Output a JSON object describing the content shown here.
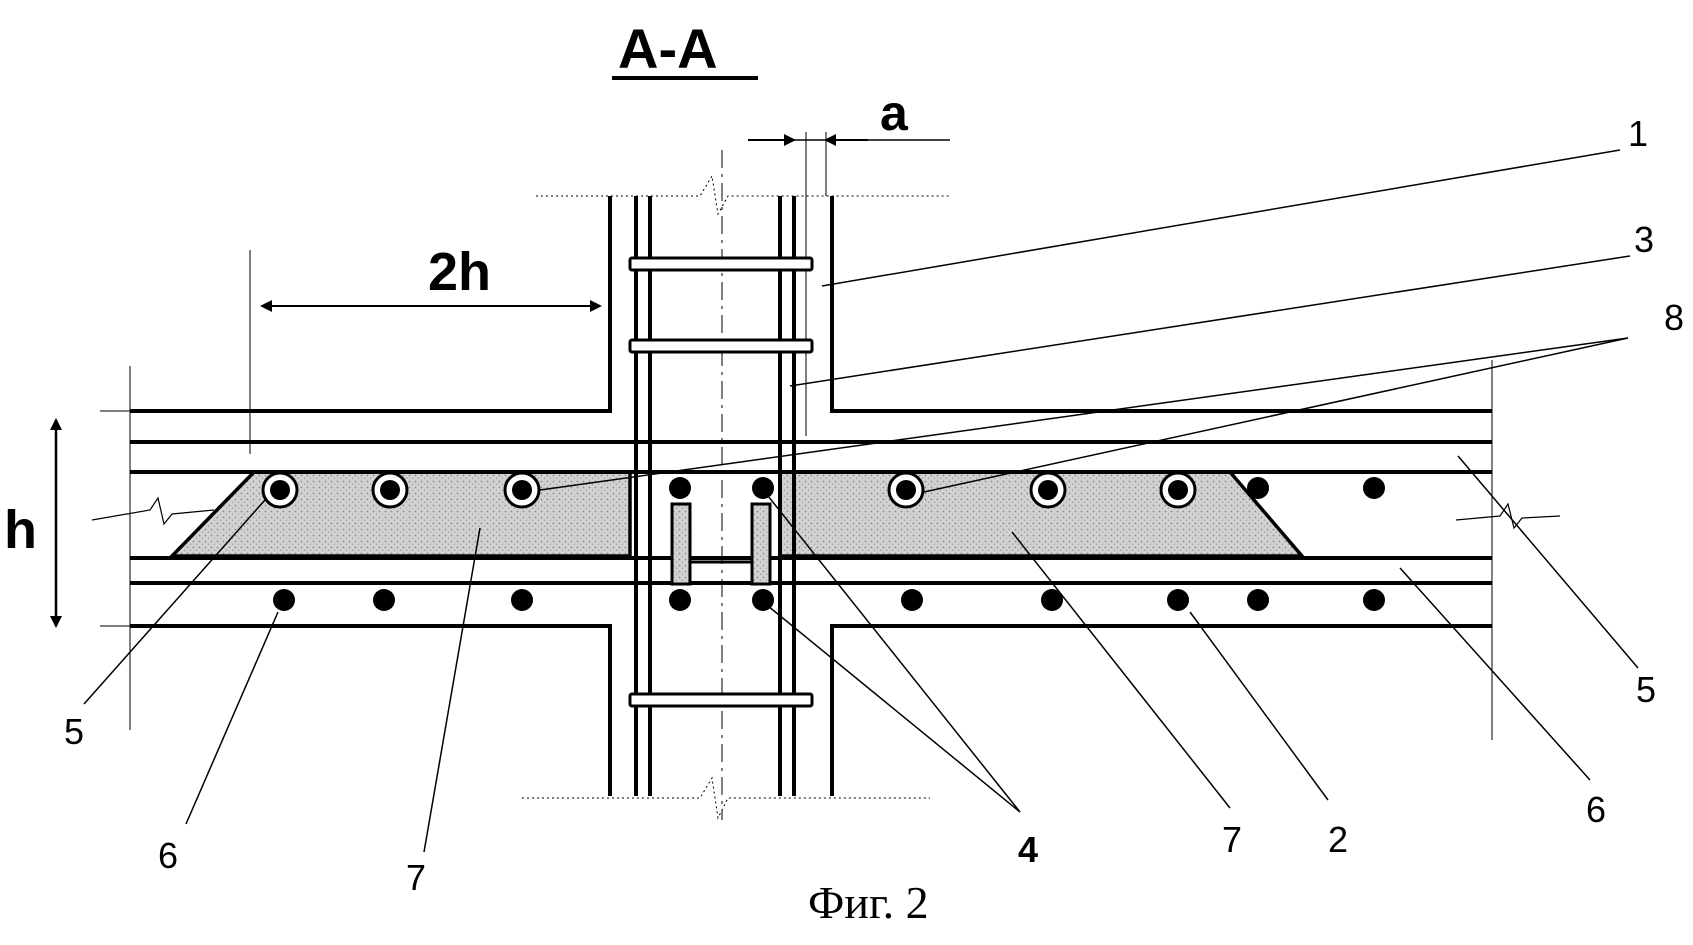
{
  "section_title": "A-A",
  "dimensions": {
    "a": "a",
    "two_h": "2h",
    "h": "h"
  },
  "callouts": {
    "c1": "1",
    "c3": "3",
    "c8": "8",
    "c5_right": "5",
    "c5_left": "5",
    "c6_left": "6",
    "c7_left": "7",
    "c4": "4",
    "c7_right": "7",
    "c2": "2",
    "c6_right": "6"
  },
  "caption": "Фиг. 2",
  "colors": {
    "line": "#000000",
    "fill_gray": "#cfcfcf",
    "fill_gray_dark": "#b8b8b8",
    "background": "#ffffff"
  }
}
